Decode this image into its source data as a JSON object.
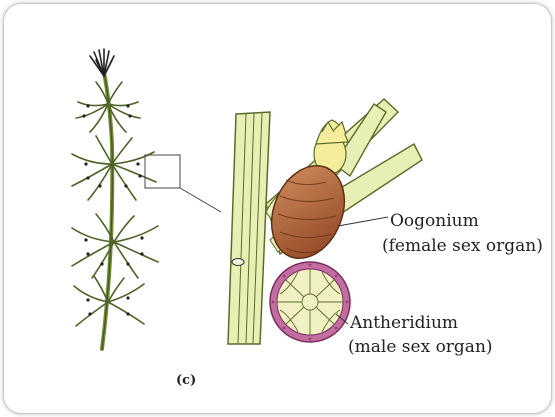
{
  "figure": {
    "panel_label": "(c)",
    "labels": {
      "oogonium": "Oogonium",
      "oogonium_note": "(female sex organ)",
      "antheridium": "Antheridium",
      "antheridium_note": "(male sex organ)"
    },
    "colors": {
      "stem": "#e7efb4",
      "stem_outline": "#5b6b2a",
      "oogonium_fill": "#a85a33",
      "antheridium_ring": "#c26ea0",
      "line": "#333333"
    }
  }
}
